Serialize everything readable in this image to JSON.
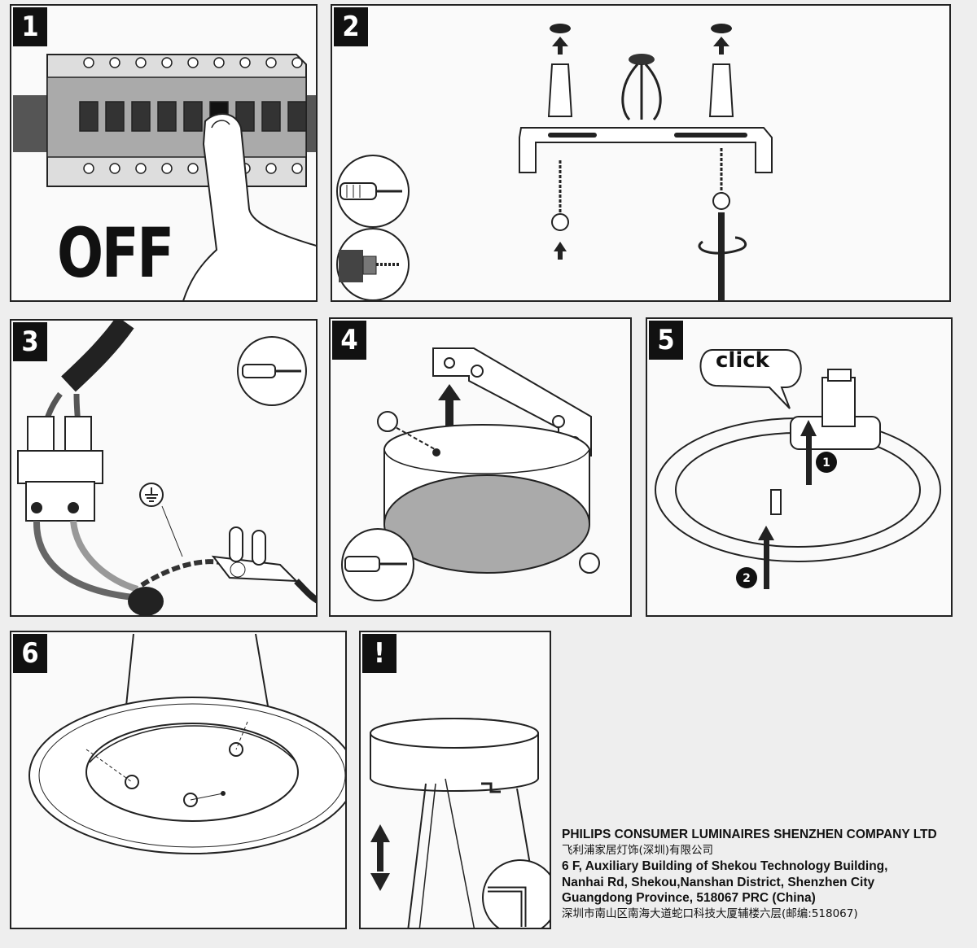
{
  "steps": {
    "s1": {
      "number": "1",
      "label": "OFF"
    },
    "s2": {
      "number": "2"
    },
    "s3": {
      "number": "3"
    },
    "s4": {
      "number": "4"
    },
    "s5": {
      "number": "5",
      "callout": "click",
      "marker1": "1",
      "marker2": "2"
    },
    "s6": {
      "number": "6"
    },
    "warning": {
      "number": "!"
    }
  },
  "company": {
    "name": "PHILIPS CONSUMER LUMINAIRES SHENZHEN COMPANY LTD",
    "name_cn": "飞利浦家居灯饰(深圳)有限公司",
    "address1": "6 F, Auxiliary Building of Shekou Technology Building,",
    "address2": "Nanhai Rd, Shekou,Nanshan District, Shenzhen City",
    "address3": "Guangdong Province, 518067 PRC (China)",
    "address_cn": "深圳市南山区南海大道蛇口科技大厦辅楼六层(邮编:518067)"
  },
  "icons": {
    "screwdriver": "screwdriver-icon",
    "drill": "drill-icon",
    "allen_key": "allen-key-icon",
    "ground": "ground-symbol-icon"
  }
}
